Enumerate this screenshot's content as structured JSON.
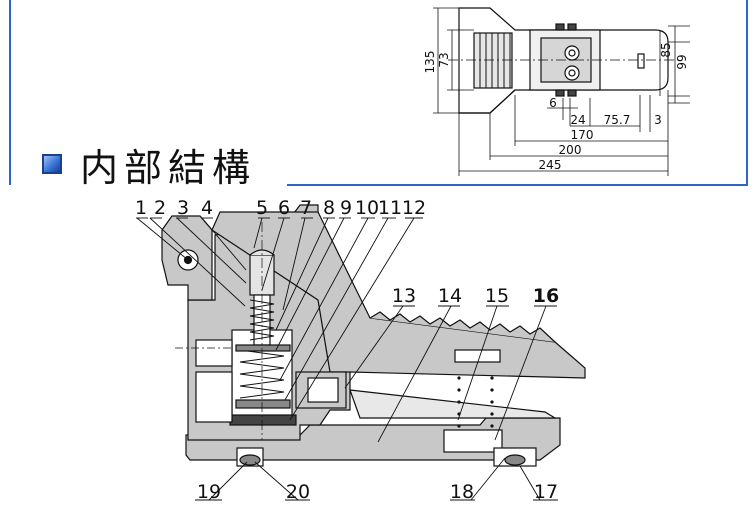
{
  "section": {
    "title": "内部結構"
  },
  "top_view": {
    "dims": {
      "d135": "135",
      "d73": "73",
      "d85": "85",
      "d99": "99",
      "d6": "6",
      "d24": "24",
      "d757": "75.7",
      "d3": "3",
      "d170": "170",
      "d200": "200",
      "d245": "245"
    }
  },
  "section_view": {
    "part_labels": [
      "1",
      "2",
      "3",
      "4",
      "5",
      "6",
      "7",
      "8",
      "9",
      "10",
      "11",
      "12",
      "13",
      "14",
      "15",
      "16",
      "17",
      "18",
      "19",
      "20"
    ]
  },
  "colors": {
    "frame": "#2f64c8",
    "fill": "#c8c8c8",
    "line": "#111111"
  }
}
